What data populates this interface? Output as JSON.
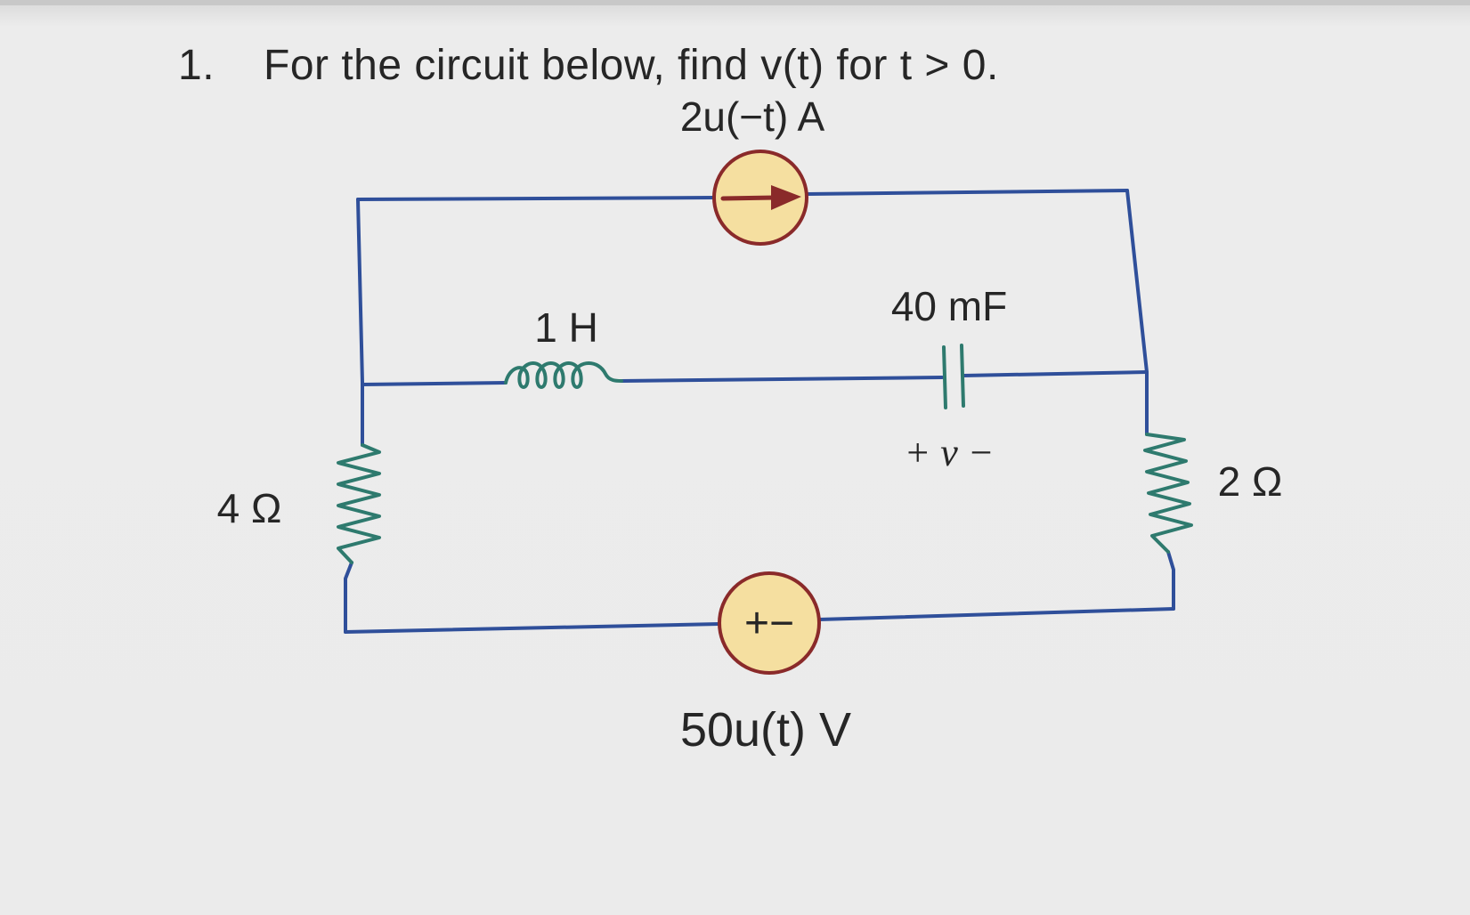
{
  "problem": {
    "number": "1.",
    "text": "For the circuit below, find v(t) for t > 0."
  },
  "components": {
    "current_source": {
      "label": "2u(−t) A"
    },
    "inductor": {
      "label": "1 H"
    },
    "capacitor": {
      "label": "40 mF",
      "voltage_label": "+ v −"
    },
    "left_resistor": {
      "label": "4 Ω"
    },
    "right_resistor": {
      "label": "2 Ω"
    },
    "voltage_source": {
      "label": "50u(t) V",
      "polarity": "+−"
    }
  },
  "colors": {
    "wire": "#2f4f9a",
    "element": "#2e7a6e",
    "source_fill": "#f5dfa0",
    "source_outline": "#8a2a2a",
    "source_arrow": "#8a2a2a",
    "text": "#262626"
  }
}
